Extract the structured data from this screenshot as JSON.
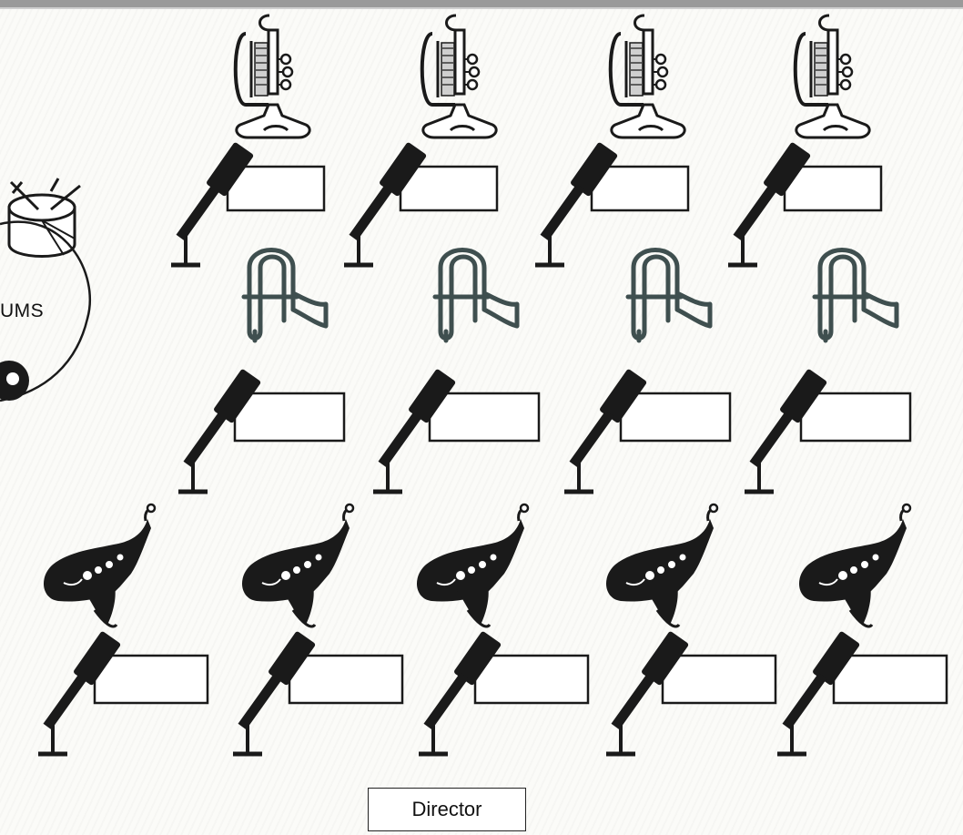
{
  "drums": {
    "label": "UMS"
  },
  "director": {
    "label": "Director"
  },
  "sections": [
    {
      "name": "trumpets",
      "count": 4
    },
    {
      "name": "trombones",
      "count": 4
    },
    {
      "name": "saxophones",
      "count": 5
    }
  ],
  "icons": {
    "trumpet": "trumpet-icon",
    "trombone": "trombone-icon",
    "saxophone": "saxophone-icon",
    "microphone": "microphone-stand-icon",
    "drum": "drum-icon"
  },
  "colors": {
    "ink": "#1a1a1a",
    "trombone_ink": "#3f4f4f",
    "paper": "#fbfbf8"
  }
}
